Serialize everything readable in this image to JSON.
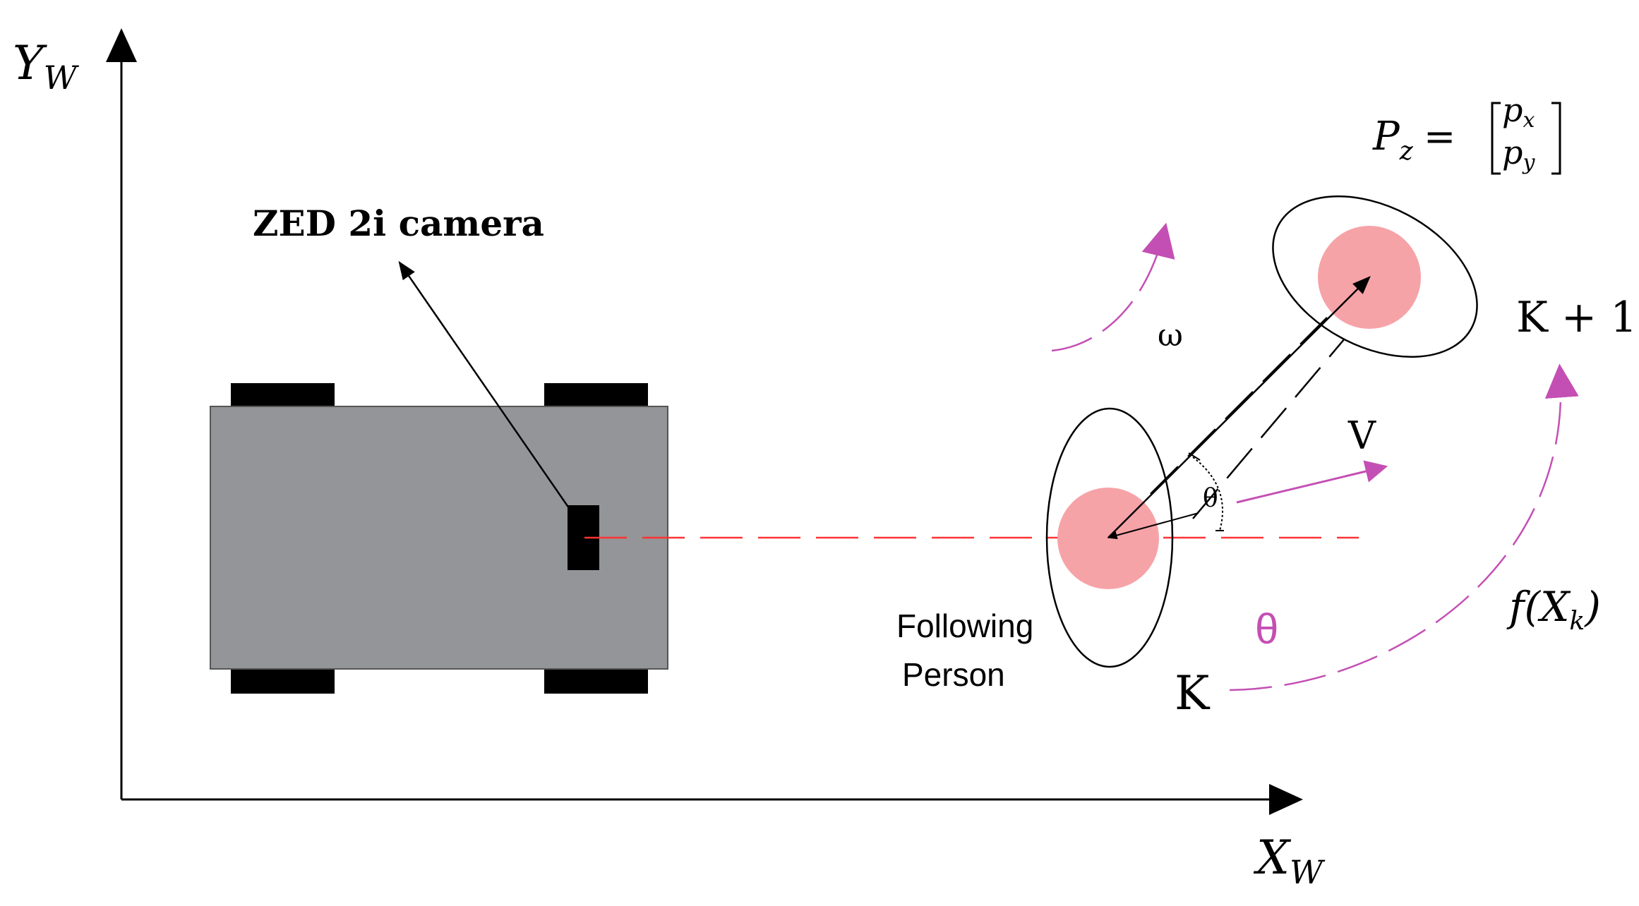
{
  "labels": {
    "axis_y_main": "Y",
    "axis_y_sub": "W",
    "axis_x_main": "X",
    "axis_x_sub": "W",
    "camera": "ZED 2i camera",
    "omega": "ω",
    "velocity": "V",
    "theta_small": "θ",
    "theta_large": "θ",
    "following_line1": "Following",
    "following_line2": "Person",
    "state_k": "K",
    "state_k1": "K + 1",
    "transition_f": "f(X",
    "transition_sub": "k",
    "transition_close": ")",
    "pz_main": "P",
    "pz_sub": "z",
    "pz_eq": "=",
    "px_main": "p",
    "px_sub": "x",
    "py_main": "p",
    "py_sub": "y"
  },
  "colors": {
    "robot_body": "#939598",
    "wheel": "#000000",
    "person_disc": "#f6a3a8",
    "motion_arrow": "#c44fb4",
    "heading_line": "#ff3333",
    "theta_large": "#c44fb4"
  }
}
